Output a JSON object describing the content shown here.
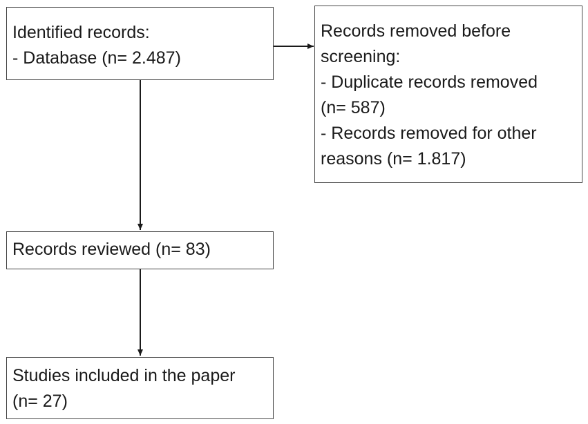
{
  "diagram": {
    "identified": {
      "lines": [
        "Identified records:",
        "- Database (n= 2.487)"
      ]
    },
    "removed": {
      "lines": [
        "Records removed before",
        "screening:",
        "- Duplicate records removed",
        "(n= 587)",
        "- Records removed for other",
        "reasons (n= 1.817)"
      ]
    },
    "reviewed": {
      "lines": [
        "Records reviewed (n= 83)"
      ]
    },
    "included": {
      "lines": [
        "Studies included in the paper",
        "(n= 27)"
      ]
    }
  }
}
